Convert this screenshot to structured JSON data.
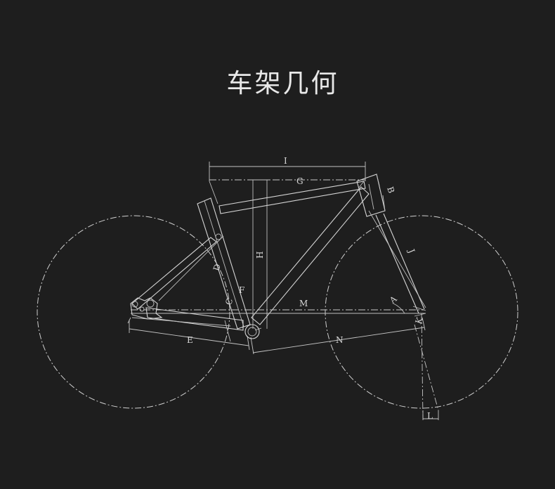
{
  "title": "车架几何",
  "geometry_labels": {
    "A": "A",
    "B": "B",
    "C": "C",
    "D": "D",
    "E": "E",
    "F": "F",
    "G": "G",
    "H": "H",
    "I": "I",
    "J": "J",
    "K": "K",
    "L": "L",
    "M": "M",
    "N": "N",
    "reach": "I"
  },
  "colors": {
    "background": "#1e1e1e",
    "line": "#cfcfcf",
    "title": "#e8e8e8"
  }
}
